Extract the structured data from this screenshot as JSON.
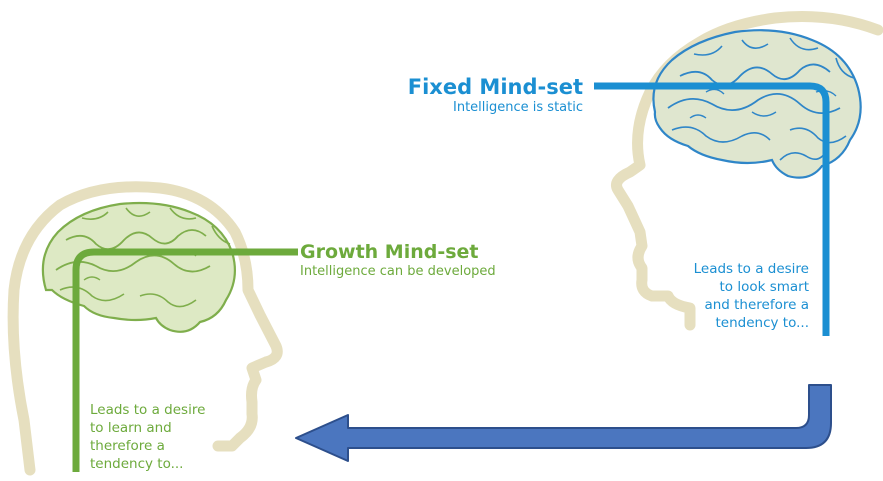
{
  "fixed": {
    "title": "Fixed Mind-set",
    "subtitle": "Intelligence is static",
    "body": [
      "Leads to a desire",
      "to look smart",
      "and therefore a",
      "tendency to..."
    ]
  },
  "growth": {
    "title": "Growth Mind-set",
    "subtitle": "Intelligence can be developed",
    "body": [
      "Leads to a desire",
      "to learn and",
      "therefore a",
      "tendency to..."
    ]
  },
  "colors": {
    "fixed_accent": "#1b8fd2",
    "growth_accent": "#6daa3c",
    "head_outline": "#e6dfbf",
    "fixed_brain_fill": "#dfe6cf",
    "fixed_brain_stroke": "#2f86c8",
    "growth_brain_fill": "#dde9c4",
    "growth_brain_stroke": "#7fae4c",
    "arrow_fill": "#4b76bf",
    "arrow_stroke": "#2d4f8c"
  },
  "icons": {
    "fixed_head": "head-silhouette-icon",
    "fixed_brain": "brain-icon",
    "growth_head": "head-silhouette-icon",
    "growth_brain": "brain-icon",
    "flow_arrow": "curved-arrow-left-icon"
  }
}
